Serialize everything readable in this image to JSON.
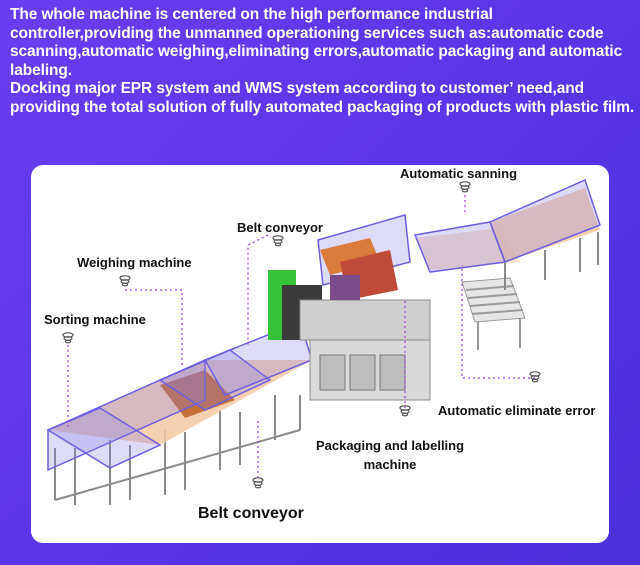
{
  "intro": {
    "paragraph1": "The whole machine is centered on the high performance industrial controller,providing the unmanned operationing services such as:automatic code scanning,automatic weighing,eliminating errors,automatic packaging and automatic labeling.",
    "paragraph2": "Docking major EPR system and WMS system according to customer’ need,and providing the total solution of fully automated packaging of products with plastic film."
  },
  "labels": {
    "automatic_scanning": "Automatic sanning",
    "belt_conveyor_top": "Belt conveyor",
    "weighing_machine": "Weighing machine",
    "sorting_machine": "Sorting machine",
    "automatic_eliminate_error": "Automatic eliminate error",
    "packaging_labelling_line1": "Packaging and labelling",
    "packaging_labelling_line2": "machine",
    "belt_conveyor_bottom": "Belt conveyor"
  },
  "colors": {
    "background": "#5b36e8",
    "panel": "#ffffff",
    "guide_line": "#a23ad8",
    "conveyor_box": "#8a7de8",
    "belt": "#f3c9a4"
  }
}
